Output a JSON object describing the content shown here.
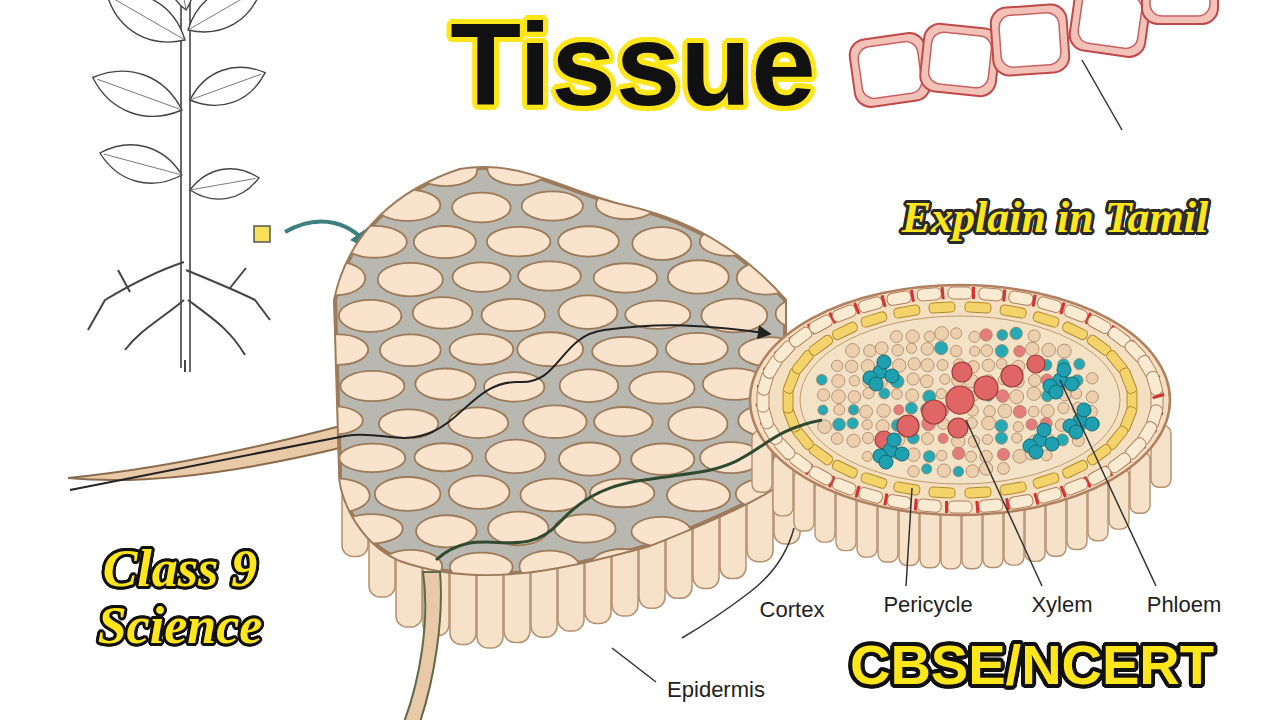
{
  "diagram": {
    "title": "Tissue",
    "labels": [
      "Explain in Tamil",
      "Class 9 Science",
      "CBSE/NCERT",
      "Cortex",
      "Epidermis",
      "Pericycle",
      "Xylem",
      "Phloem"
    ]
  }
}
